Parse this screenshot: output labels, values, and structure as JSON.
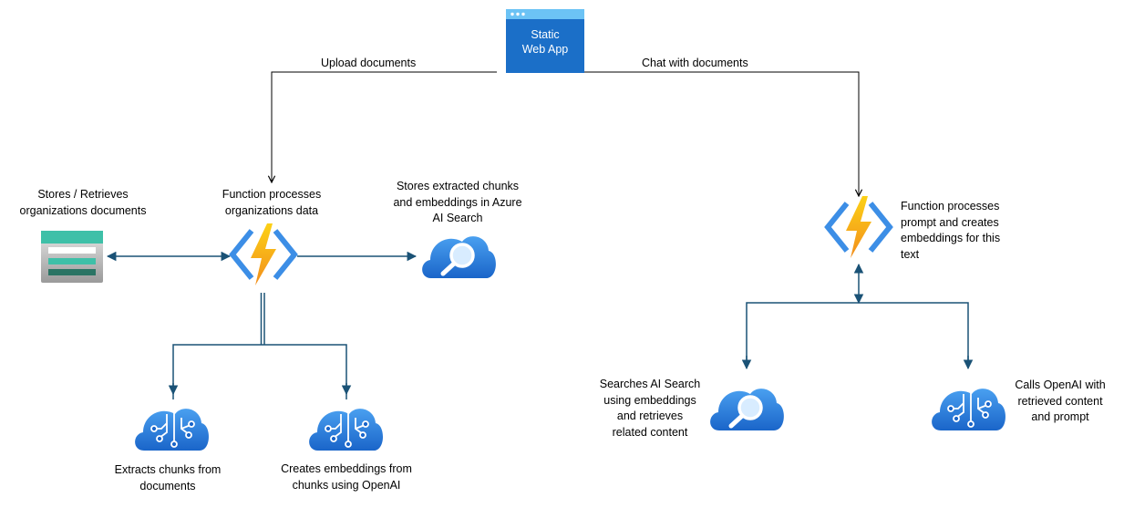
{
  "web_app": {
    "line1": "Static",
    "line2": "Web App"
  },
  "edges": {
    "upload": "Upload documents",
    "chat": "Chat with documents"
  },
  "left": {
    "storage": {
      "line1": "Stores / Retrieves",
      "line2": "organizations documents"
    },
    "function": {
      "line1": "Function processes",
      "line2": "organizations data"
    },
    "search": {
      "line1": "Stores extracted chunks",
      "line2": "and embeddings in Azure",
      "line3": "AI Search"
    },
    "extract": {
      "line1": "Extracts chunks from",
      "line2": "documents"
    },
    "embed": {
      "line1": "Creates embeddings from",
      "line2": "chunks using OpenAI"
    }
  },
  "right": {
    "function": {
      "line1": "Function processes",
      "line2": "prompt and creates",
      "line3": "embeddings for this",
      "line4": "text"
    },
    "search": {
      "line1": "Searches AI Search",
      "line2": "using embeddings",
      "line3": "and retrieves",
      "line4": "related content"
    },
    "openai": {
      "line1": "Calls OpenAI with",
      "line2": "retrieved content",
      "line3": "and prompt"
    }
  },
  "icons": {
    "storage": "storage-account-icon",
    "function": "azure-function-icon",
    "search": "ai-search-icon",
    "cognitive": "cognitive-services-icon",
    "web_app": "static-web-app-icon"
  },
  "colors": {
    "connector": "#1a5276",
    "arrow_black": "#000000",
    "web_app_blue": "#1b6fc8",
    "cloud_blue": "#2a7de1",
    "bolt_orange": "#f4a21c",
    "storage_teal": "#3fbfa8"
  }
}
